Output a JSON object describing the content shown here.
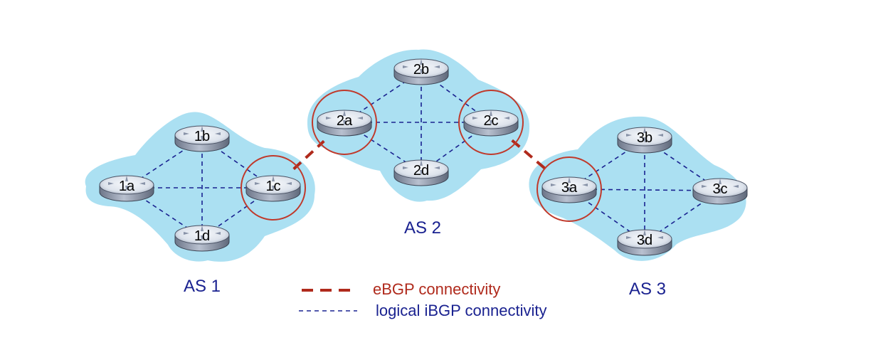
{
  "colors": {
    "cloud": "#abe0f2",
    "ibgp": "#1a2290",
    "ebgp": "#b02a1c",
    "gateway_circle": "#c0392b",
    "label_blue": "#1a2290",
    "label_red": "#b02a1c",
    "router_body": "#a9b2c3",
    "router_top": "#e9edf4",
    "router_text": "#000000"
  },
  "autonomous_systems": [
    {
      "id": "as1",
      "label": "AS 1"
    },
    {
      "id": "as2",
      "label": "AS 2"
    },
    {
      "id": "as3",
      "label": "AS 3"
    }
  ],
  "routers": [
    {
      "id": "1a",
      "label": "1a",
      "as": "as1",
      "gateway": false
    },
    {
      "id": "1b",
      "label": "1b",
      "as": "as1",
      "gateway": false
    },
    {
      "id": "1c",
      "label": "1c",
      "as": "as1",
      "gateway": true
    },
    {
      "id": "1d",
      "label": "1d",
      "as": "as1",
      "gateway": false
    },
    {
      "id": "2a",
      "label": "2a",
      "as": "as2",
      "gateway": true
    },
    {
      "id": "2b",
      "label": "2b",
      "as": "as2",
      "gateway": false
    },
    {
      "id": "2c",
      "label": "2c",
      "as": "as2",
      "gateway": true
    },
    {
      "id": "2d",
      "label": "2d",
      "as": "as2",
      "gateway": false
    },
    {
      "id": "3a",
      "label": "3a",
      "as": "as3",
      "gateway": true
    },
    {
      "id": "3b",
      "label": "3b",
      "as": "as3",
      "gateway": false
    },
    {
      "id": "3c",
      "label": "3c",
      "as": "as3",
      "gateway": false
    },
    {
      "id": "3d",
      "label": "3d",
      "as": "as3",
      "gateway": false
    }
  ],
  "ibgp_links": [
    [
      "1a",
      "1b"
    ],
    [
      "1a",
      "1c"
    ],
    [
      "1a",
      "1d"
    ],
    [
      "1b",
      "1c"
    ],
    [
      "1b",
      "1d"
    ],
    [
      "1c",
      "1d"
    ],
    [
      "2a",
      "2b"
    ],
    [
      "2a",
      "2c"
    ],
    [
      "2a",
      "2d"
    ],
    [
      "2b",
      "2c"
    ],
    [
      "2b",
      "2d"
    ],
    [
      "2c",
      "2d"
    ],
    [
      "3a",
      "3b"
    ],
    [
      "3a",
      "3c"
    ],
    [
      "3a",
      "3d"
    ],
    [
      "3b",
      "3c"
    ],
    [
      "3b",
      "3d"
    ],
    [
      "3c",
      "3d"
    ]
  ],
  "ebgp_links": [
    [
      "1c",
      "2a"
    ],
    [
      "2c",
      "3a"
    ]
  ],
  "legend": {
    "ebgp_label": "eBGP connectivity",
    "ibgp_label": "logical iBGP connectivity"
  }
}
